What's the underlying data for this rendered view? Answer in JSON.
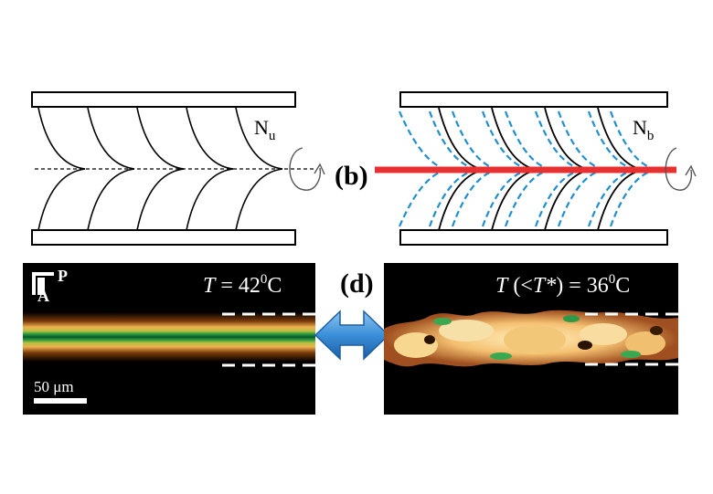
{
  "panels": {
    "a": {
      "phase_symbol": "N",
      "phase_subscript": "u"
    },
    "b": {
      "label": "(b)",
      "phase_symbol": "N",
      "phase_subscript": "b"
    },
    "c": {
      "polarizer_label": "P",
      "analyzer_label": "A",
      "temp_var": "T",
      "temp_eq": " = 42",
      "temp_sup": "0",
      "temp_unit": "C",
      "scale_bar": "50 μm"
    },
    "d": {
      "label": "(d)",
      "temp_var": "T",
      "temp_open": " (<",
      "temp_star": "T*",
      "temp_close": ") = 36",
      "temp_sup": "0",
      "temp_unit": "C"
    }
  },
  "colors": {
    "director_lines": "#000000",
    "field_lines": "#1f8fd0",
    "defect_line": "#e83030",
    "arrow": "#3a8fd8"
  },
  "icons": [
    "rotation-arrow-icon",
    "double-headed-arrow-icon",
    "polarizer-analyzer-icon"
  ]
}
